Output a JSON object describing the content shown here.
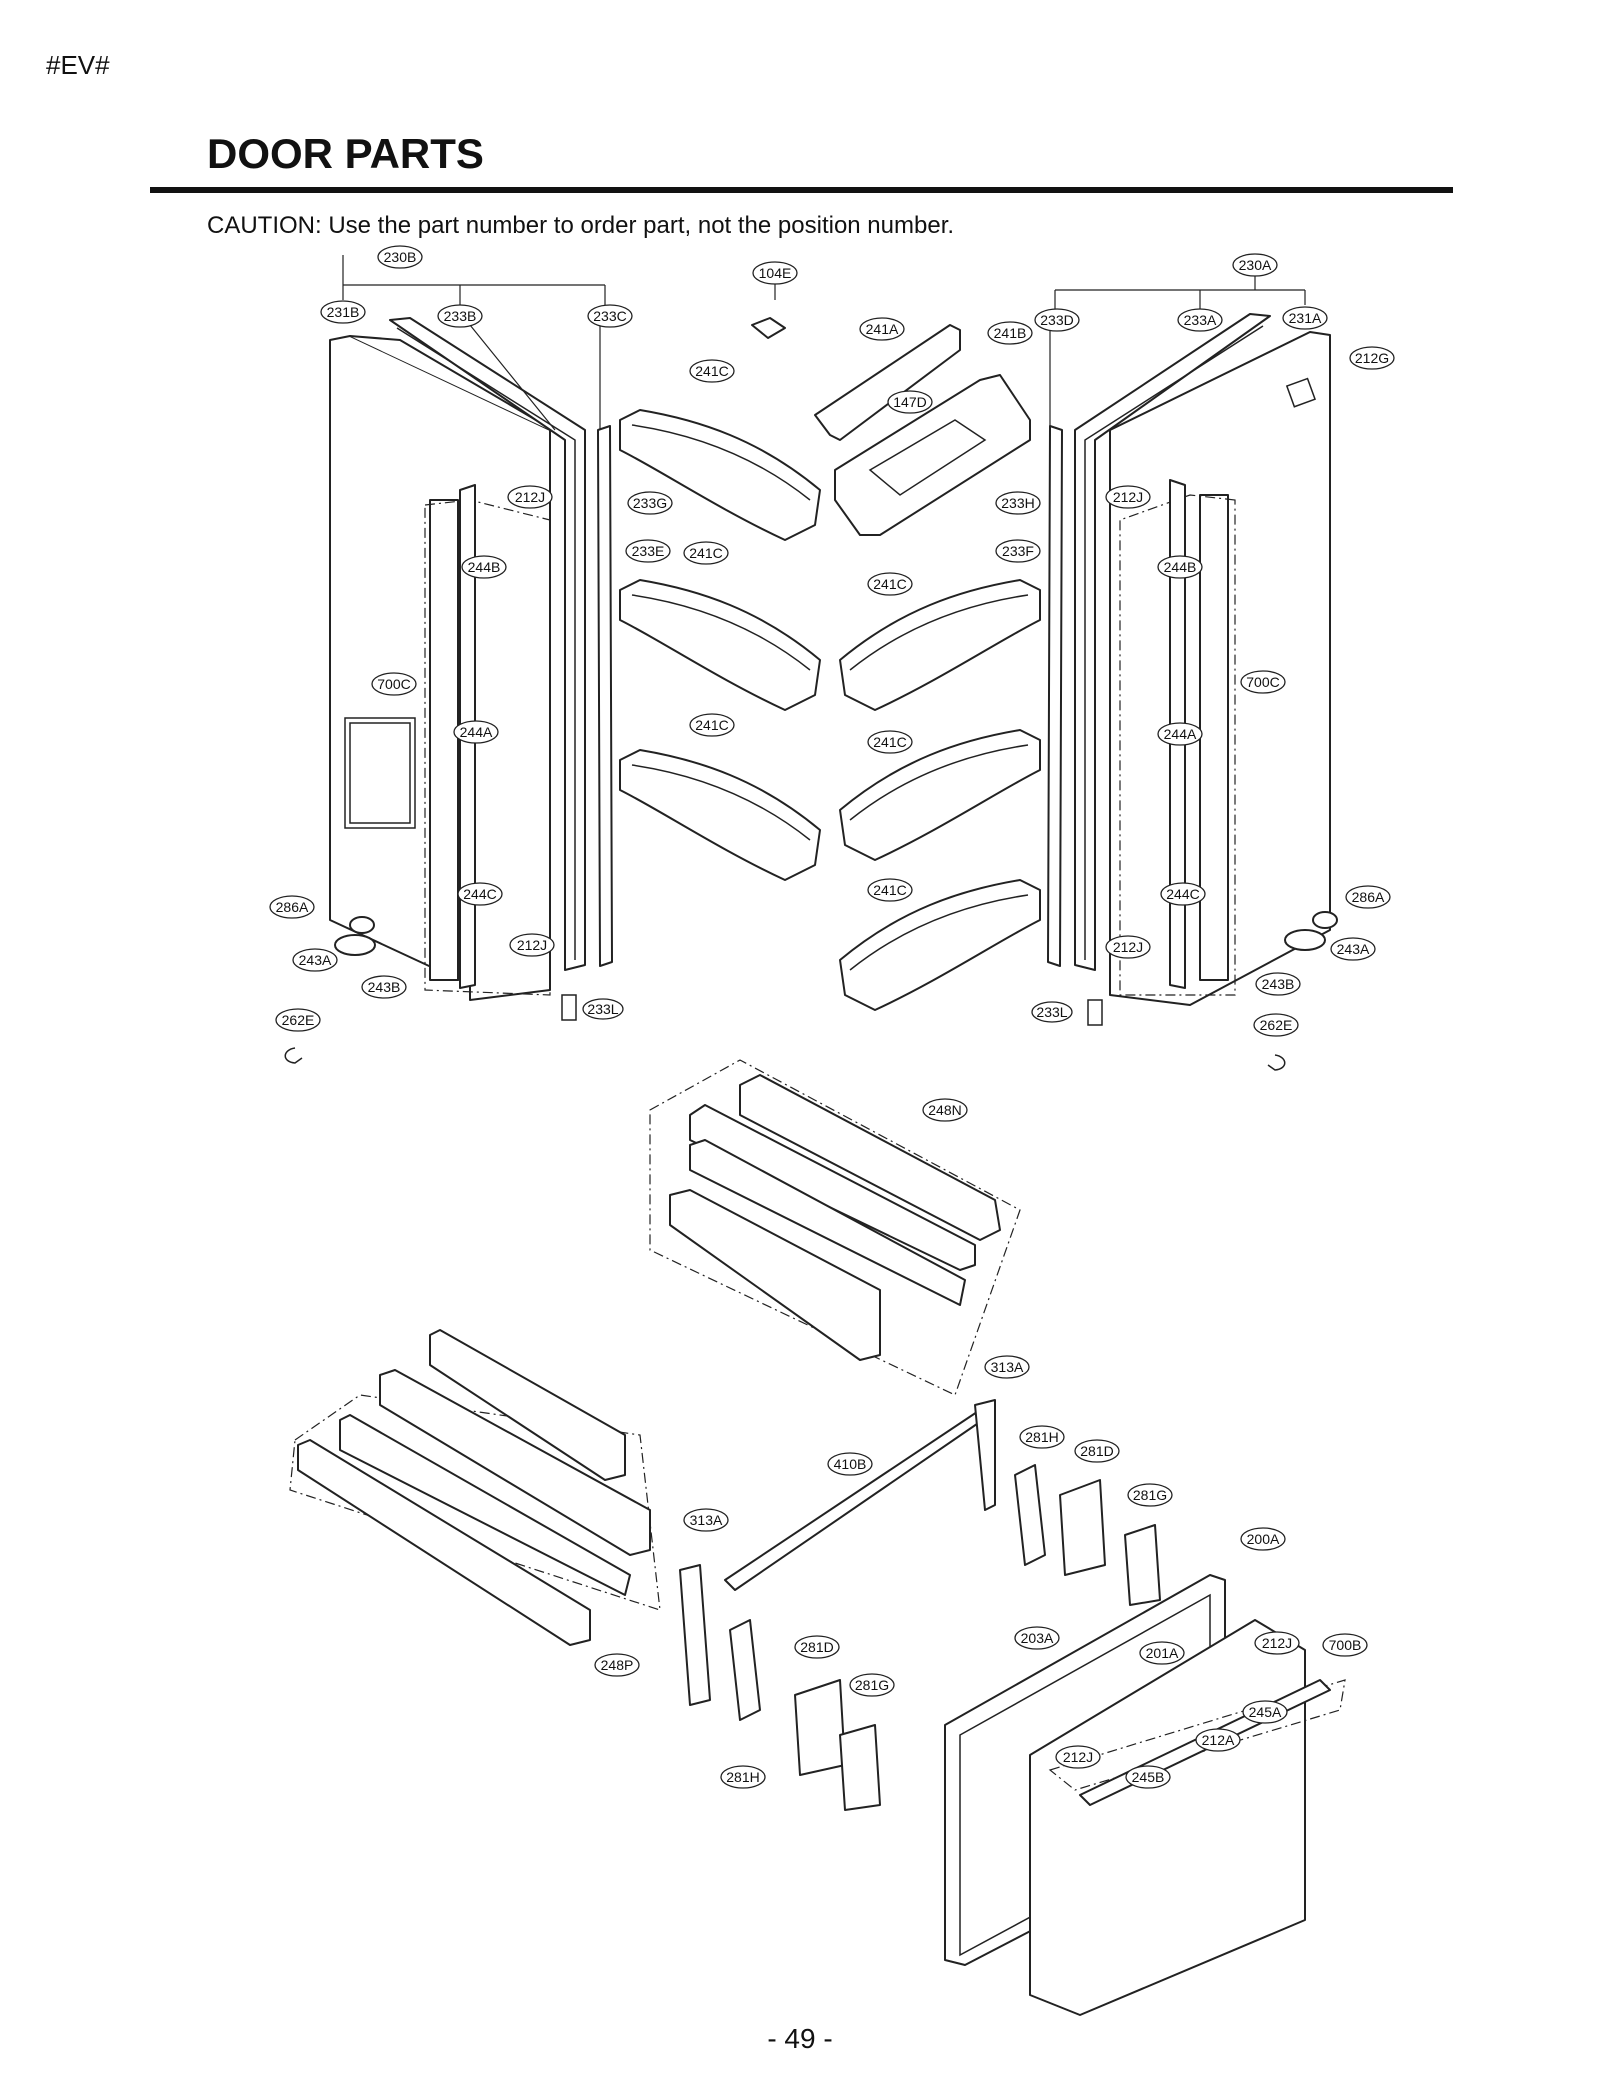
{
  "header_tag": "#EV#",
  "title": "DOOR PARTS",
  "caution": "CAUTION: Use the part number to order part, not the position number.",
  "page_number": "- 49 -",
  "labels": {
    "l230B": "230B",
    "l231B": "231B",
    "l233B": "233B",
    "l233C": "233C",
    "l104E": "104E",
    "l241A": "241A",
    "l241B": "241B",
    "l241C_a": "241C",
    "l147D": "147D",
    "l233D": "233D",
    "l233A": "233A",
    "l231A": "231A",
    "l230A": "230A",
    "l212G": "212G",
    "l212J_a": "212J",
    "l233G": "233G",
    "l233H": "233H",
    "l212J_b": "212J",
    "l244B_a": "244B",
    "l233E": "233E",
    "l241C_b": "241C",
    "l233F": "233F",
    "l244B_b": "244B",
    "l241C_c": "241C",
    "l700C_a": "700C",
    "l700C_b": "700C",
    "l244A_a": "244A",
    "l241C_d": "241C",
    "l241C_e": "241C",
    "l244A_b": "244A",
    "l244C_a": "244C",
    "l241C_f": "241C",
    "l244C_b": "244C",
    "l286A_a": "286A",
    "l286A_b": "286A",
    "l212J_c": "212J",
    "l212J_d": "212J",
    "l243A_a": "243A",
    "l243A_b": "243A",
    "l243B_a": "243B",
    "l243B_b": "243B",
    "l233L_a": "233L",
    "l233L_b": "233L",
    "l262E_a": "262E",
    "l262E_b": "262E",
    "l248N": "248N",
    "l313A_a": "313A",
    "l281H_a": "281H",
    "l281D_a": "281D",
    "l410B": "410B",
    "l281G_a": "281G",
    "l313A_b": "313A",
    "l200A": "200A",
    "l203A": "203A",
    "l201A": "201A",
    "l212J_e": "212J",
    "l700B": "700B",
    "l281D_b": "281D",
    "l281G_b": "281G",
    "l245A": "245A",
    "l248P": "248P",
    "l212A": "212A",
    "l212J_f": "212J",
    "l245B": "245B",
    "l281H_b": "281H"
  }
}
